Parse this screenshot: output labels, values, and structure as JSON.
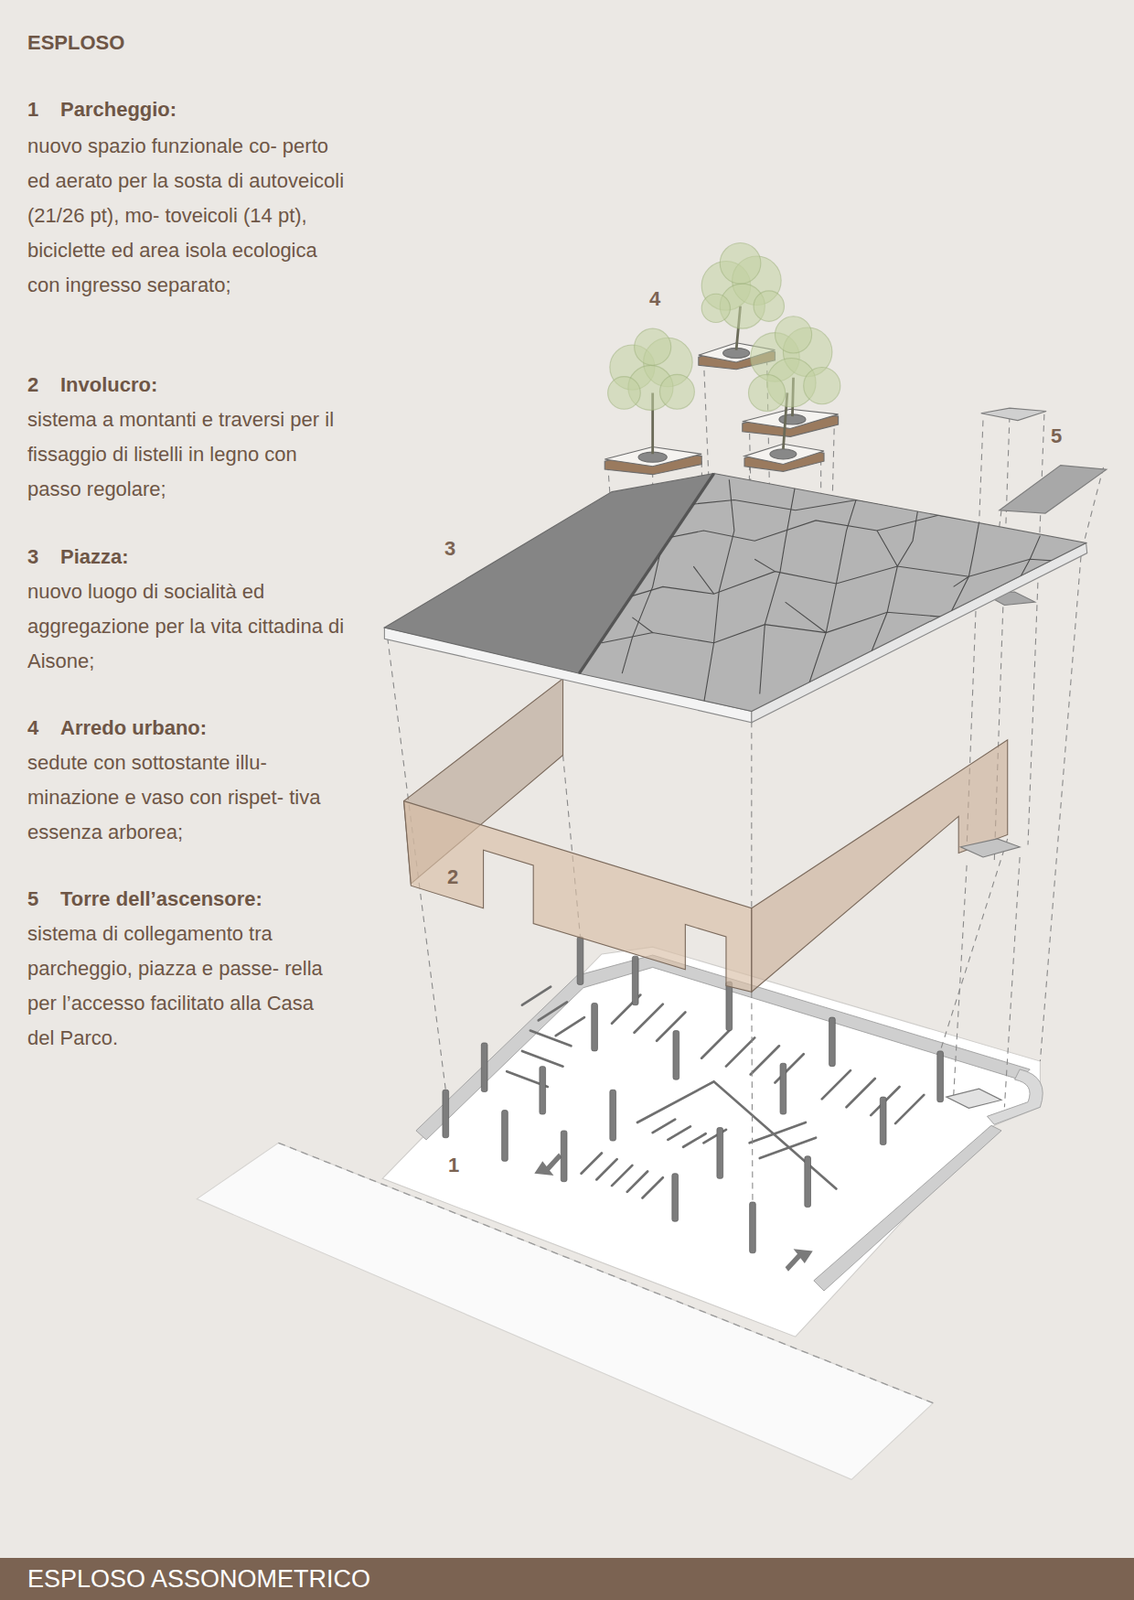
{
  "diagram": {
    "title": "ESPLOSO",
    "nodes": [
      {
        "text": [
          "ESPLOSO ASSONOMETRICO"
        ]
      }
    ],
    "labels": [
      "1",
      "Parcheggio:",
      "nuovo spazio funzionale co- perto ed aerato per la sosta di autoveicoli (21/26 pt), mo- toveicoli (14 pt), biciclette ed area isola ecologica con ingresso separato;",
      "2",
      "Involucro:",
      "sistema a montanti e traversi per il fissaggio di listelli in legno con passo regolare;",
      "3",
      "Piazza:",
      "nuovo luogo di socialità ed aggregazione per la vita cittadina di Aisone;",
      "4",
      "Arredo urbano:",
      "sedute con sottostante illu- minazione e vaso con rispet- tiva essenza arborea;",
      "5",
      "Torre dell’ascensore:",
      "sistema di collegamento tra parcheggio, piazza e passe- rella per l’accesso facilitato alla Casa del Parco.",
      "4",
      "5",
      "3",
      "2",
      "1"
    ]
  }
}
